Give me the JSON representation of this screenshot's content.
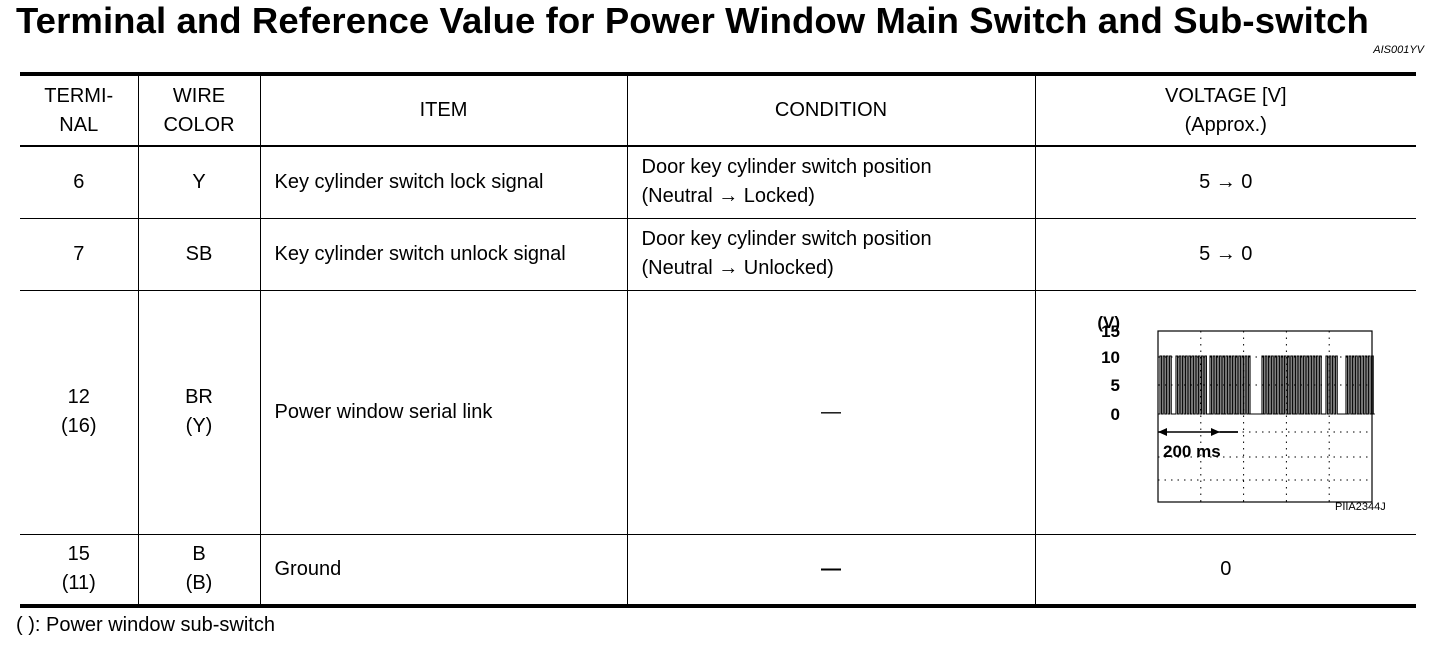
{
  "page": {
    "title": "Terminal and Reference Value for Power Window Main Switch and Sub-switch",
    "doc_code": "AIS001YV",
    "footnote": "(  ): Power window sub-switch"
  },
  "table": {
    "headers": {
      "terminal_1": "TERMI-",
      "terminal_2": "NAL",
      "wire_1": "WIRE",
      "wire_2": "COLOR",
      "item": "ITEM",
      "condition": "CONDITION",
      "voltage_1": "VOLTAGE [V]",
      "voltage_2": "(Approx.)"
    },
    "rows": [
      {
        "terminal": "6",
        "terminal_sub": "",
        "wire": "Y",
        "wire_sub": "",
        "item": "Key cylinder switch lock signal",
        "condition_1": "Door key cylinder switch position",
        "condition_2": "(Neutral → Locked)",
        "voltage": "5 → 0"
      },
      {
        "terminal": "7",
        "terminal_sub": "",
        "wire": "SB",
        "wire_sub": "",
        "item": "Key cylinder switch unlock signal",
        "condition_1": "Door key cylinder switch position",
        "condition_2": "(Neutral → Unlocked)",
        "voltage": "5 → 0"
      },
      {
        "terminal": "12",
        "terminal_sub": "(16)",
        "wire": "BR",
        "wire_sub": "(Y)",
        "item": "Power window serial link",
        "condition": "—",
        "waveform": {
          "unit_label": "(V)",
          "y_labels": [
            "15",
            "10",
            "5",
            "0"
          ],
          "time_scale": "200 ms",
          "figure_code": "PIIA2344J",
          "high_level_v": 10,
          "low_level_v": 0
        }
      },
      {
        "terminal": "15",
        "terminal_sub": "(11)",
        "wire": "B",
        "wire_sub": "(B)",
        "item": "Ground",
        "condition": "—",
        "voltage": "0"
      }
    ]
  }
}
